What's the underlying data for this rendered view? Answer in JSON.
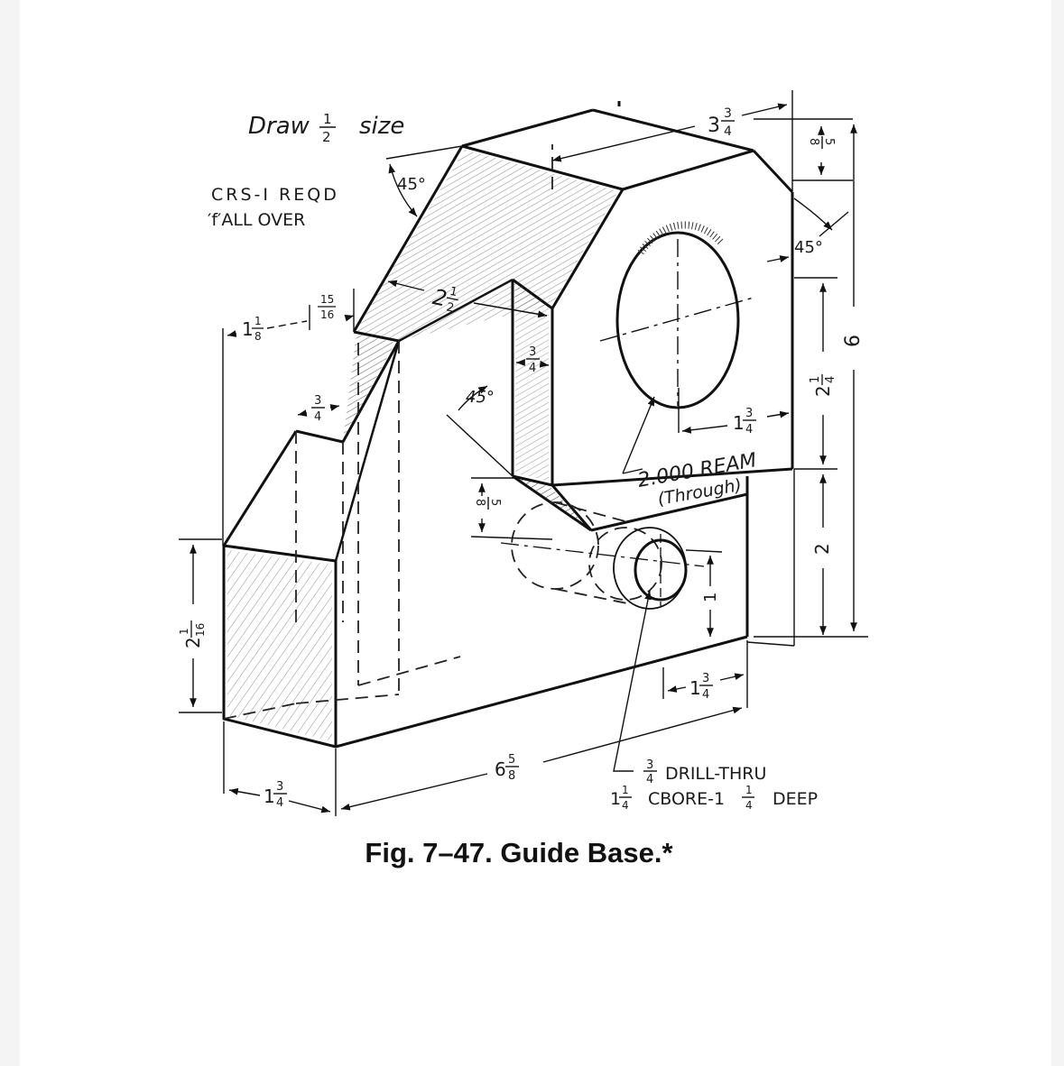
{
  "caption": "Fig. 7–47. Guide Base.*",
  "notes": {
    "scale_draw": "Draw",
    "scale_size": "size",
    "material": "CRS-I REQD",
    "finish": "′f′ALL OVER",
    "ream": "2.000 REAM",
    "ream_sub": "(Through)",
    "drill_label": "DRILL-THRU",
    "cbore_label": "CBORE-1",
    "deep_label": "DEEP"
  },
  "dimensions": {
    "top_depth": "3 3/4",
    "top_chamfer": "5/8",
    "right_chamfer_angle": "45°",
    "overall_height": "6",
    "upper_hole_height": "2 1/4",
    "lower_height": "2",
    "left_chamfer_angle": "45°",
    "step_width": "2 1/2",
    "left_step_a": "1 1/8",
    "left_step_b": "15/16",
    "notch_width": "3/4",
    "inner_slot": "3/4",
    "slot_angle": "45°",
    "hole_offset": "1 3/4",
    "slot_height": "5/8",
    "drill_height": "1",
    "drill_offset": "1 3/4",
    "left_height": "2 1/16",
    "overall_length": "6 5/8",
    "left_width": "1 3/4"
  }
}
